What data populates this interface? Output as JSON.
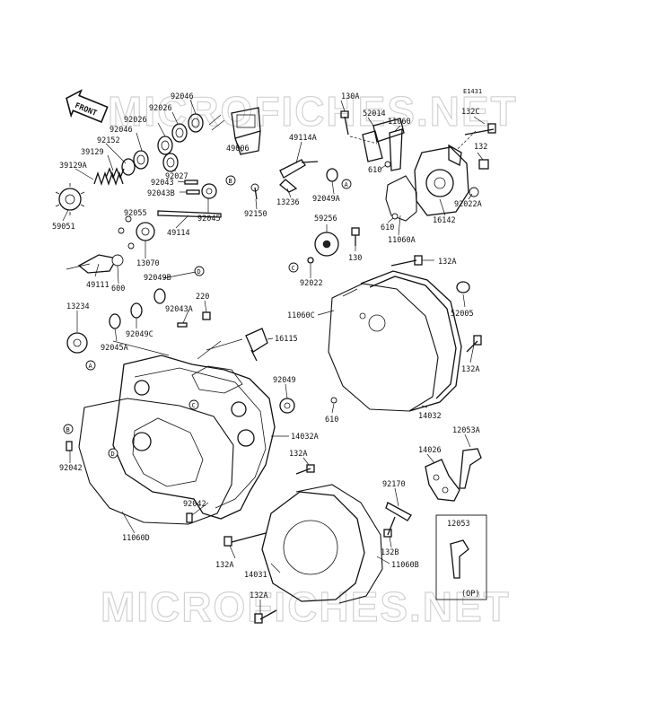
{
  "figure_code": "E1431",
  "watermark_text": "MICROFICHES.NET",
  "front_arrow_label": "FRONT",
  "callouts": [
    "A",
    "B",
    "C",
    "D"
  ],
  "option_box": {
    "part": "12053",
    "note": "(OP)"
  },
  "labels": {
    "p92046_a": "92046",
    "p92026_a": "92026",
    "p92026_b": "92026",
    "p92046_b": "92046",
    "p92152": "92152",
    "p39129": "39129",
    "p39129a": "39129A",
    "p59051": "59051",
    "p92027": "92027",
    "p49006": "49006",
    "p92043": "92043",
    "p92043b": "92043B",
    "p92045": "92045",
    "p49114": "49114",
    "p92055": "92055",
    "p13070": "13070",
    "p49111": "49111",
    "p600": "600",
    "p49114a": "49114A",
    "p92150": "92150",
    "p13236": "13236",
    "p92049a": "92049A",
    "p130a": "130A",
    "p52014": "52014",
    "p11060": "11060",
    "p132c": "132C",
    "p132": "132",
    "p610_a": "610",
    "p92022a": "92022A",
    "p16142": "16142",
    "p11060a": "11060A",
    "p610_b": "610",
    "p59256": "59256",
    "p130": "130",
    "p92022": "92022",
    "p132a_1": "132A",
    "p92049b": "92049B",
    "p220": "220",
    "p92043a": "92043A",
    "p13234": "13234",
    "p92045a": "92045A",
    "p92049c": "92049C",
    "p11060c": "11060C",
    "p52005": "52005",
    "p16115": "16115",
    "p132a_2": "132A",
    "p92049": "92049",
    "p610_c": "610",
    "p14032": "14032",
    "p14032a": "14032A",
    "p12053a": "12053A",
    "p14026": "14026",
    "p92042_a": "92042",
    "p132a_3": "132A",
    "p92170": "92170",
    "p92042_b": "92042",
    "p11060d": "11060D",
    "p132b": "132B",
    "p132a_4": "132A",
    "p14031": "14031",
    "p11060b": "11060B",
    "p132a_5": "132A"
  }
}
